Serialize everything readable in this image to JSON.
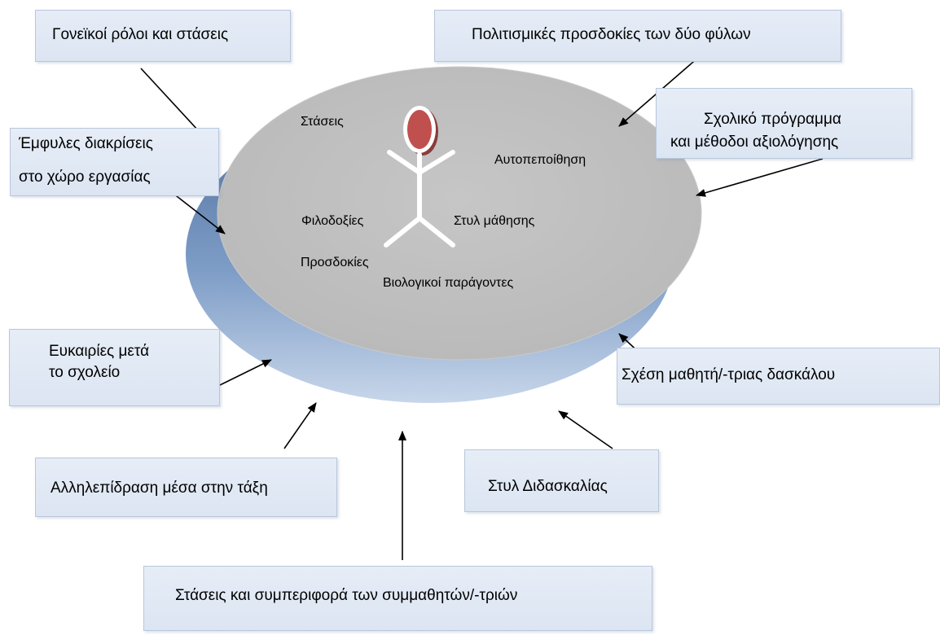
{
  "factors": {
    "parental_roles": "Γονεϊκοί ρόλοι και στάσεις",
    "cultural_expectations": "Πολιτισμικές προσδοκίες των δύο φύλων",
    "workplace_discrimination": {
      "line1": "Έμφυλες διακρίσεις",
      "line2": "στο χώρο εργασίας"
    },
    "curriculum": {
      "line1": "Σχολικό πρόγραμμα",
      "line2": "και μέθοδοι αξιολόγησης"
    },
    "post_school_opportunities": {
      "line1": "Ευκαιρίες μετά",
      "line2": "το σχολείο"
    },
    "student_teacher_relation": "Σχέση μαθητή/-τριας δασκάλου",
    "classroom_interaction": "Αλληλεπίδραση μέσα στην τάξη",
    "teaching_style": "Στυλ Διδασκαλίας",
    "peer_attitudes": "Στάσεις και συμπεριφορά των συμμαθητών/-τριών"
  },
  "inner_labels": {
    "attitudes": "Στάσεις",
    "self_confidence": "Αυτοπεποίθηση",
    "ambitions": "Φιλοδοξίες",
    "learning_style": "Στυλ μάθησης",
    "expectations": "Προσδοκίες",
    "biological_factors": "Βιολογικοί παράγοντες"
  },
  "colors": {
    "disc_top": "#c0c0c0",
    "disc_side": "#5f7fac",
    "box_fill": "#dfe7f3",
    "box_border": "#b8c7dc",
    "figure_head": "#c0504d",
    "figure_body": "#ffffff"
  }
}
